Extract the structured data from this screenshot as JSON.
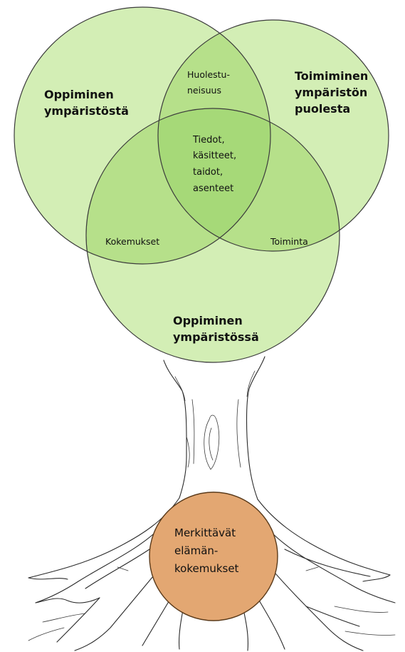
{
  "diagram": {
    "circles": {
      "left": {
        "label_line1": "Oppiminen",
        "label_line2": "ympäristöstä"
      },
      "right": {
        "label_line1": "Toimiminen",
        "label_line2": "ympäristön",
        "label_line3": "puolesta"
      },
      "bottom": {
        "label_line1": "Oppiminen",
        "label_line2": "ympäristössä"
      }
    },
    "overlaps": {
      "top": {
        "line1": "Huolestu-",
        "line2": "neisuus"
      },
      "left": {
        "text": "Kokemukset"
      },
      "right": {
        "text": "Toiminta"
      },
      "center": {
        "line1": "Tiedot,",
        "line2": "käsitteet,",
        "line3": "taidot,",
        "line4": "asenteet"
      }
    },
    "root": {
      "line1": "Merkittävät",
      "line2": "elämän-",
      "line3": "kokemukset"
    },
    "colors": {
      "circle_fill": "#d3eeb5",
      "overlap_fill": "#b6e08a",
      "center_fill": "#a6d978",
      "circle_stroke": "#3c3c3c",
      "root_fill": "#e3a772",
      "root_stroke": "#5a3a1a"
    }
  }
}
